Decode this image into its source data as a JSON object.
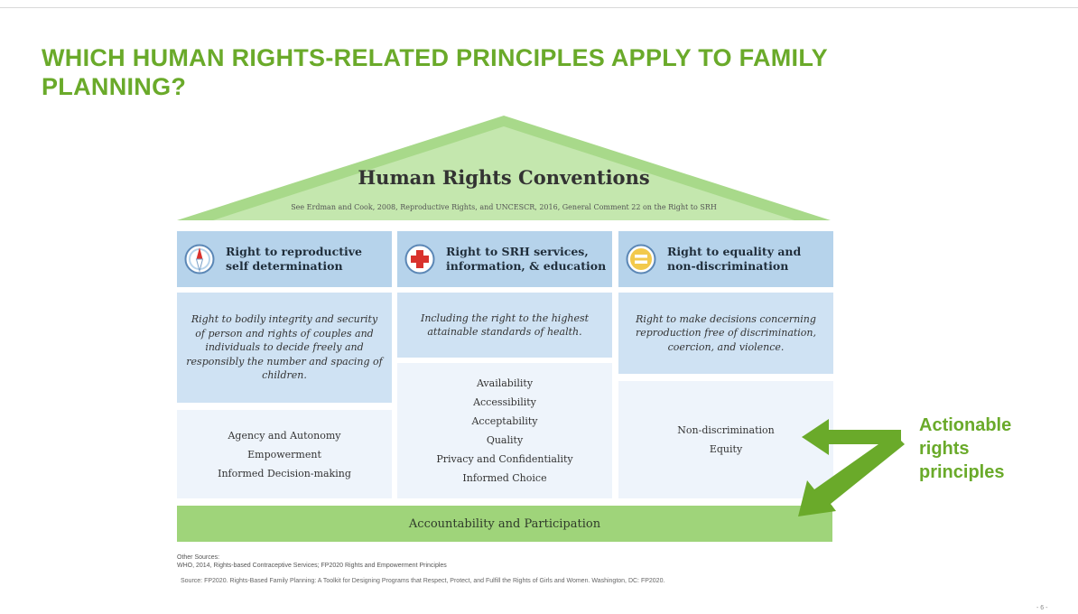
{
  "slide": {
    "title": "WHICH HUMAN RIGHTS-RELATED PRINCIPLES APPLY TO FAMILY PLANNING?",
    "accent_color": "#6aaa2a"
  },
  "diagram": {
    "roof": {
      "title": "Human Rights Conventions",
      "subtitle": "See Erdman and Cook, 2008, Reproductive Rights, and UNCESCR, 2016, General Comment 22 on the Right to SRH",
      "color": "#a8d98a"
    },
    "columns": [
      {
        "header": "Right to reproductive self determination",
        "icon": "compass-icon",
        "description": "Right to bodily integrity and security of person and rights of couples and individuals to decide freely and responsibly the number and spacing of children.",
        "principles": [
          "Agency and Autonomy",
          "Empowerment",
          "Informed Decision-making"
        ]
      },
      {
        "header": "Right to SRH services, information, & education",
        "icon": "medical-cross-icon",
        "description": "Including the right to the highest attainable standards of health.",
        "principles": [
          "Availability",
          "Accessibility",
          "Acceptability",
          "Quality",
          "Privacy and Confidentiality",
          "Informed Choice"
        ]
      },
      {
        "header": "Right to equality and non-discrimination",
        "icon": "equals-icon",
        "description": "Right to make decisions concerning reproduction free of discrimination, coercion, and violence.",
        "principles": [
          "Non-discrimination",
          "Equity"
        ]
      }
    ],
    "base": "Accountability and Participation",
    "colors": {
      "header": "#b6d3eb",
      "description": "#cfe2f3",
      "principles": "#eef4fb",
      "base": "#9fd47a"
    }
  },
  "callout": {
    "label": "Actionable rights principles"
  },
  "footer": {
    "other_sources_title": "Other Sources:",
    "other_sources": "WHO, 2014, Rights-based Contraceptive Services; FP2020 Rights and Empowerment Principles",
    "source": "Source: FP2020. Rights-Based Family Planning: A Toolkit for Designing Programs that Respect, Protect, and Fulfill the Rights of Girls and Women. Washington, DC: FP2020.",
    "page_number": "- 6 -"
  }
}
